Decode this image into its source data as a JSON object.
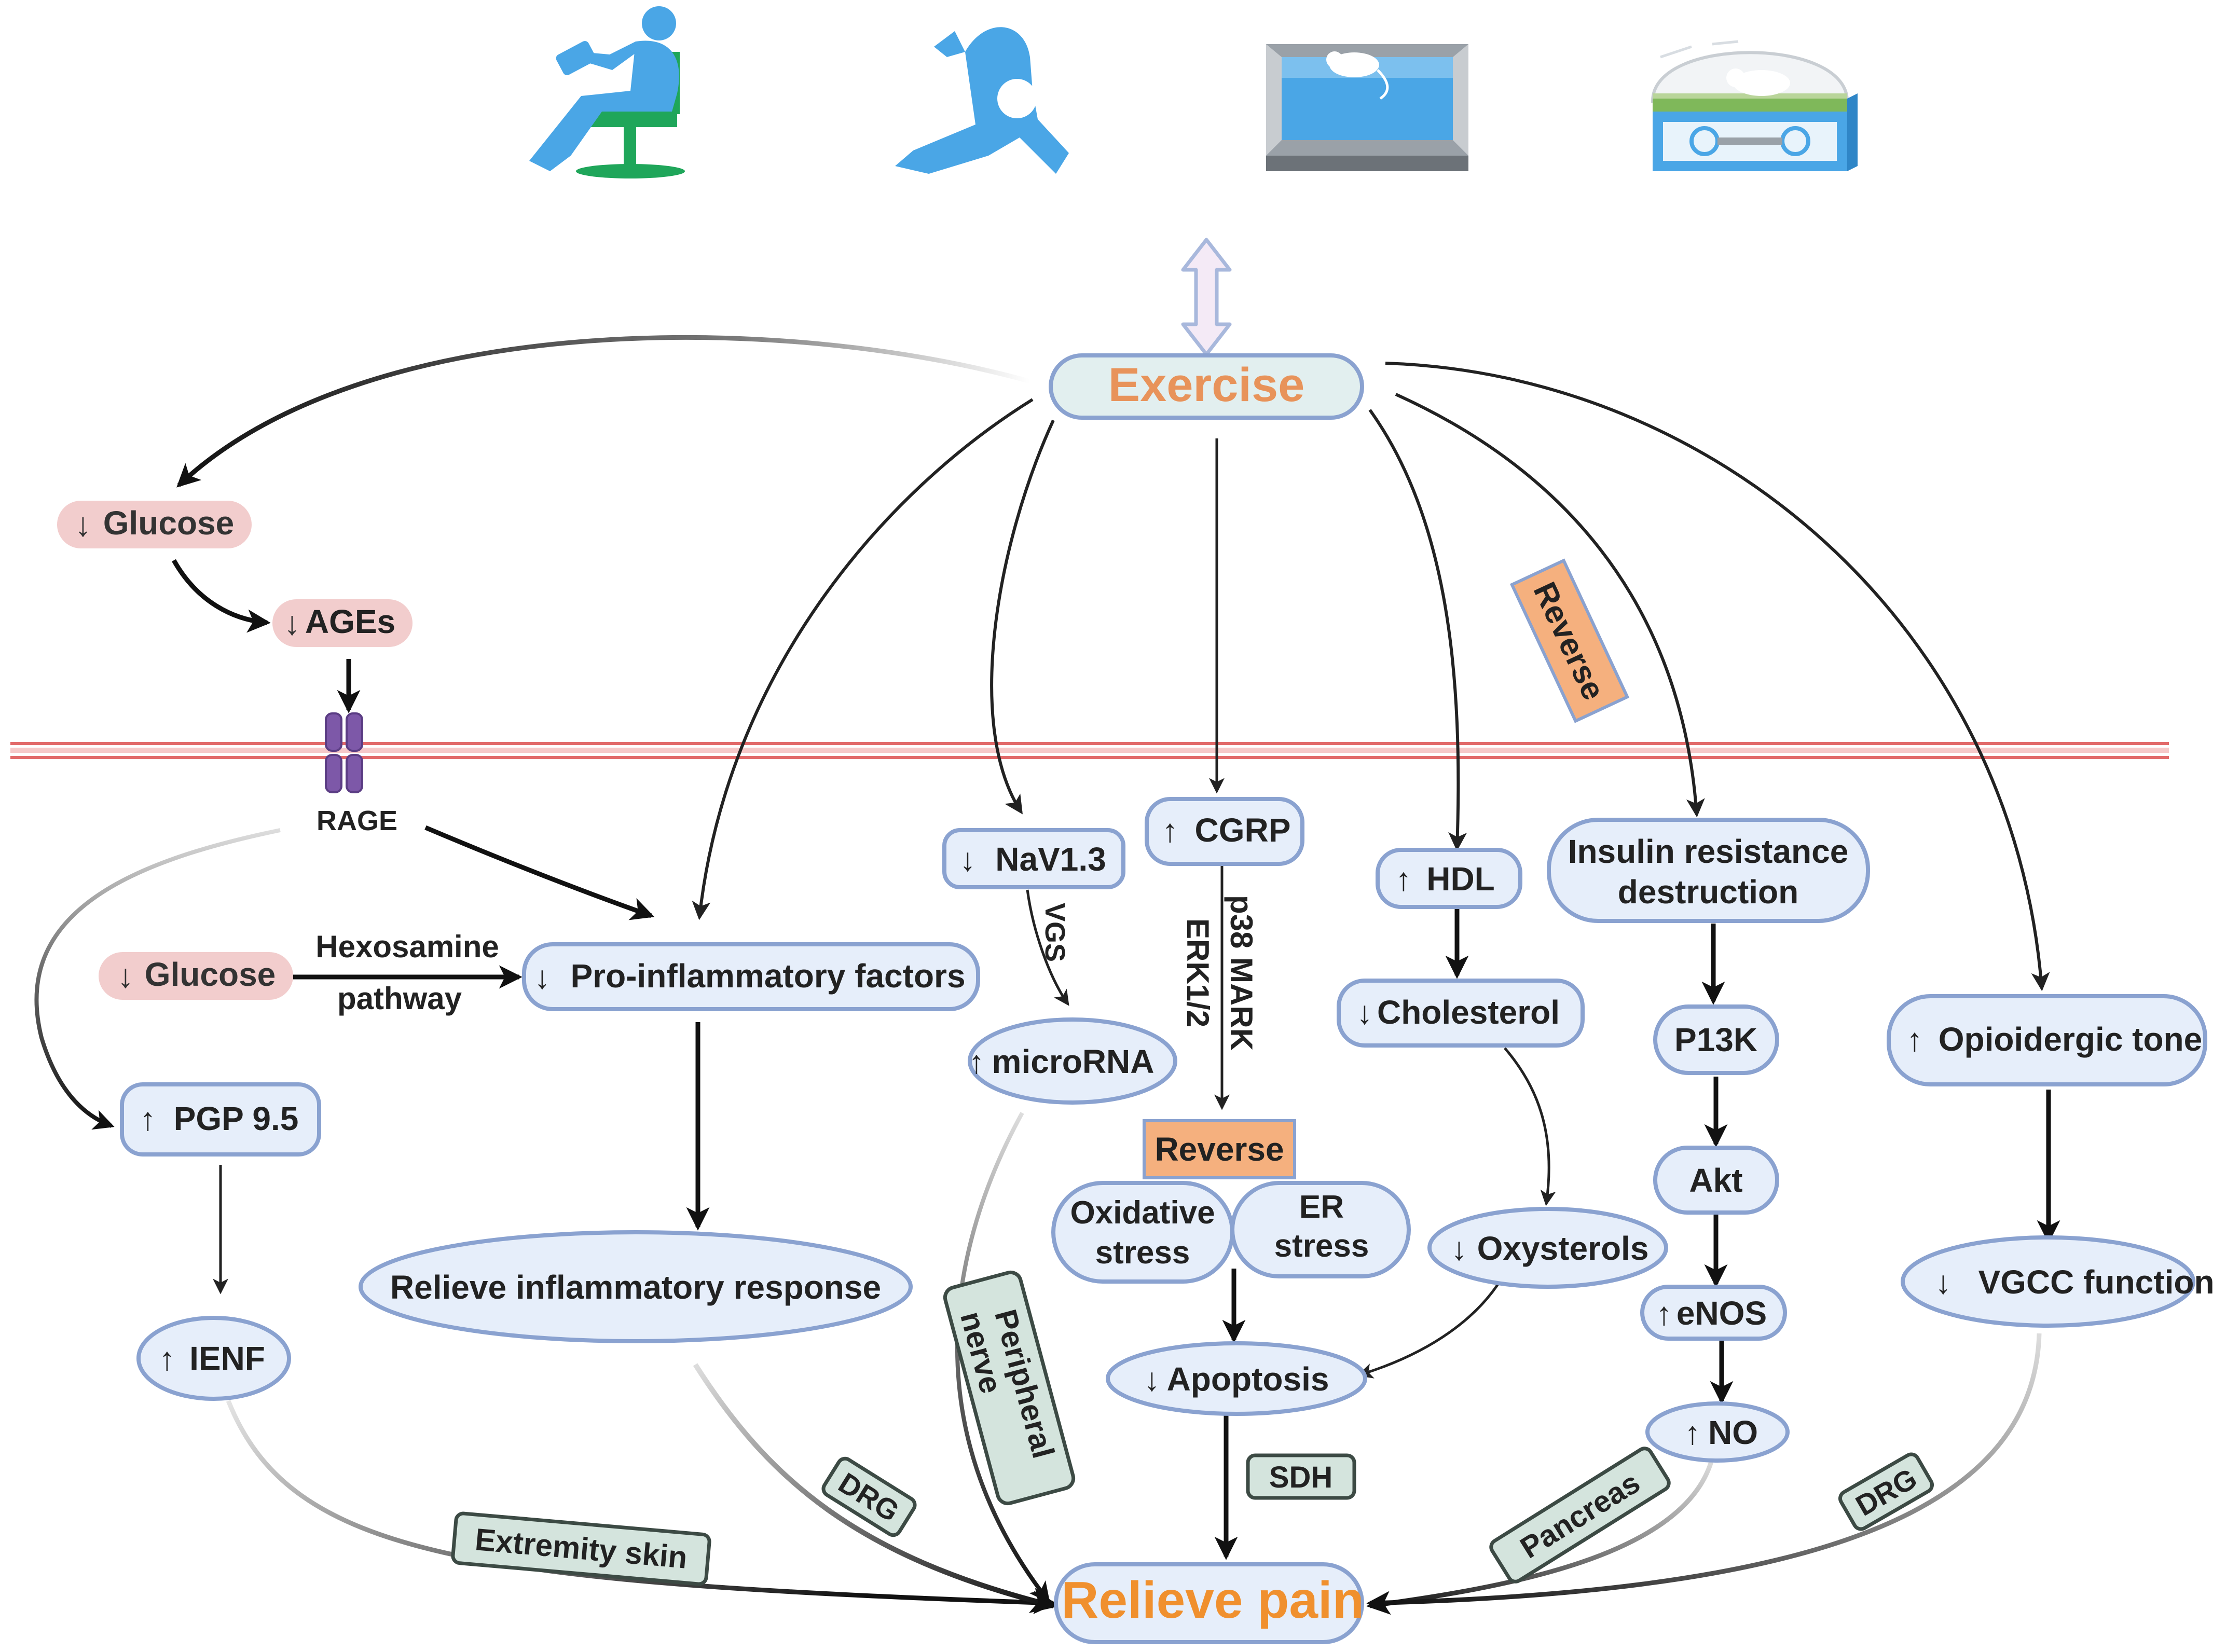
{
  "colors": {
    "node_fill": "#e6eefa",
    "node_stroke": "#8aa2d0",
    "exercise_fill": "#e2efef",
    "exercise_text": "#e8935a",
    "relieve_text": "#f0902e",
    "glucose_fill": "#f2cdcd",
    "reverse_fill": "#f5b07e",
    "tissue_fill": "#d4e4dd",
    "tissue_stroke": "#3c4a44",
    "membrane": "#e26a6a",
    "icon_blue": "#4aa6e6",
    "icon_green": "#1fa65a"
  },
  "icons": [
    "resistance-exercise-icon",
    "aerobic-exercise-icon",
    "swimming-mouse-icon",
    "treadmill-mouse-icon"
  ],
  "nodes": {
    "exercise": "Exercise",
    "relieve_pain": "Relieve pain",
    "glucose_top": "Glucose",
    "ages": "AGEs",
    "rage": "RAGE",
    "glucose_mid": "Glucose",
    "hexosamine_line1": "Hexosamine",
    "hexosamine_line2": "pathway",
    "pro_inflammatory": "Pro-inflammatory factors",
    "relieve_inflammatory": "Relieve inflammatory response",
    "pgp": "PGP 9.5",
    "ienf": "IENF",
    "nav": "NaV1.3",
    "vgs": "VGS",
    "microrna": "microRNA",
    "cgrp": "CGRP",
    "p38_line1": "p38 MARK",
    "p38_line2": "ERK1/2",
    "reverse_mid": "Reverse",
    "oxidative_line1": "Oxidative",
    "oxidative_line2": "stress",
    "er_line1": "ER",
    "er_line2": "stress",
    "apoptosis": "Apoptosis",
    "hdl": "HDL",
    "cholesterol": "Cholesterol",
    "oxysterols": "Oxysterols",
    "reverse_top": "Reverse",
    "insulin_line1": "Insulin resistance",
    "insulin_line2": "destruction",
    "p13k": "P13K",
    "akt": "Akt",
    "enos": "eNOS",
    "no": "NO",
    "opioidergic": "Opioidergic tone",
    "vgcc": "VGCC function"
  },
  "tissues": {
    "extremity_skin": "Extremity skin",
    "drg_left": "DRG",
    "peripheral_nerve_line1": "Peripheral",
    "peripheral_nerve_line2": "nerve",
    "sdh": "SDH",
    "pancreas": "Pancreas",
    "drg_right": "DRG"
  },
  "symbols": {
    "up": "↑",
    "down": "↓"
  }
}
